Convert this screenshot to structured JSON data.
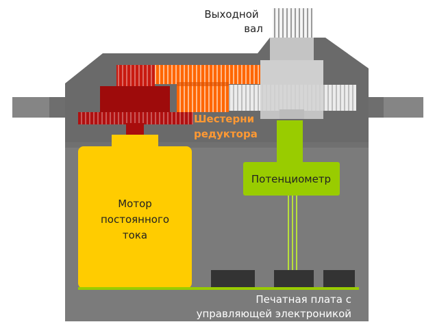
{
  "labels": {
    "output_shaft_line1": "Выходной",
    "output_shaft_line2": "вал",
    "gears_line1": "Шестерни",
    "gears_line2": "редуктора",
    "potentiometer": "Потенциометр",
    "motor_line1": "Мотор",
    "motor_line2": "постоянного",
    "motor_line3": "тока",
    "pcb_line1": "Печатная плата с",
    "pcb_line2": "управляющей электроникой"
  },
  "colors": {
    "housing": "#6c6c6c",
    "housing_lower": "#7b7b7b",
    "mount": "#888888",
    "motor": "#ffcc00",
    "motor_gear_dark": "#990000",
    "motor_gear": "#b51410",
    "pinion_red": "#cc1a10",
    "gear_orange": "#ff6600",
    "gear_orange_dark": "#e05000",
    "gear_white": "#e8e8e8",
    "shaft_gray": "#c8c8c8",
    "potentiometer": "#99cc00",
    "chip": "#333333",
    "label_light": "#ffffff",
    "label_gears": "#ff9933",
    "label_dark": "#222222"
  }
}
